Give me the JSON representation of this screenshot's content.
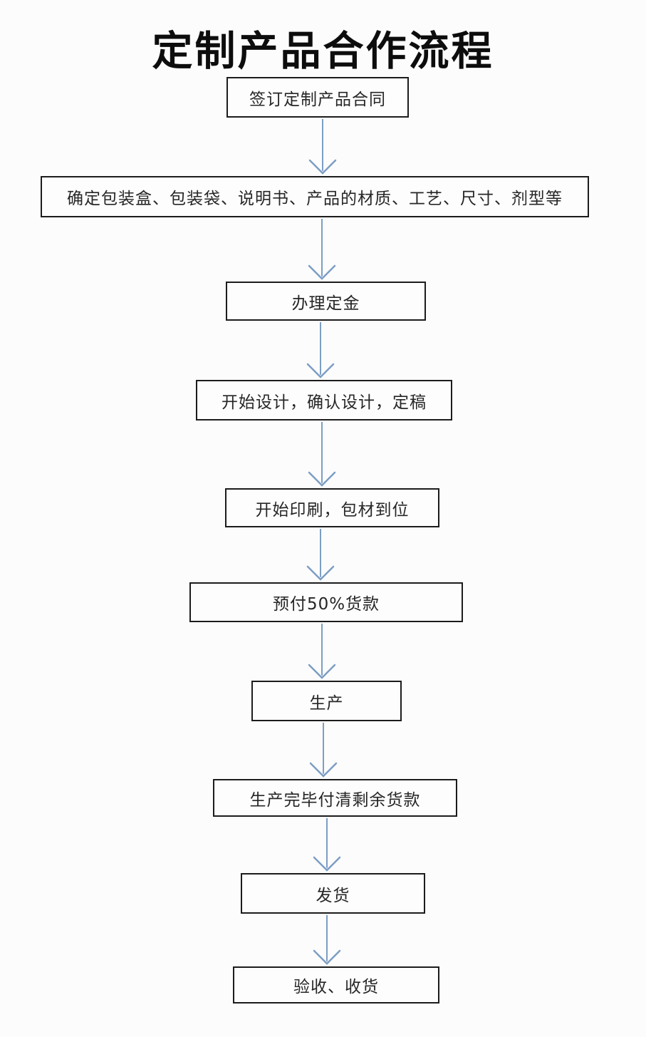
{
  "title": "定制产品合作流程",
  "flow": {
    "nodes": [
      {
        "id": "sign-contract",
        "label": "签订定制产品合同"
      },
      {
        "id": "confirm-packaging",
        "label": "确定包装盒、包装袋、说明书、产品的材质、工艺、尺寸、剂型等"
      },
      {
        "id": "deposit",
        "label": "办理定金"
      },
      {
        "id": "design",
        "label": "开始设计，确认设计，定稿"
      },
      {
        "id": "printing",
        "label": "开始印刷，包材到位"
      },
      {
        "id": "prepay-50-percent",
        "label": "预付50%货款"
      },
      {
        "id": "production",
        "label": "生产"
      },
      {
        "id": "final-payment",
        "label": "生产完毕付清剩余货款"
      },
      {
        "id": "shipping",
        "label": "发货"
      },
      {
        "id": "acceptance",
        "label": "验收、收货"
      }
    ],
    "edge_count": 9
  },
  "colors": {
    "background": "#fcfcfc",
    "box_border": "#1c1c1c",
    "box_fill": "#fdfdfd",
    "text": "#262626",
    "arrow": "#7c9ec4"
  }
}
